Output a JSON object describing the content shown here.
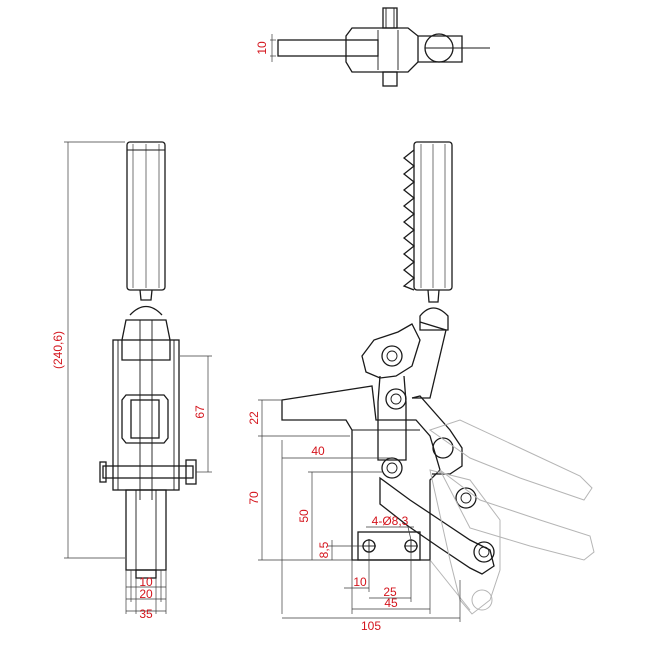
{
  "colors": {
    "line": "#1a1a1a",
    "ghost": "#b5b5b5",
    "dimension_text": "#d4141c"
  },
  "dimensions": {
    "top_handle_width": "10",
    "overall_height": "(240,6)",
    "body_height": "67",
    "front_10": "10",
    "front_20": "20",
    "front_35": "35",
    "side_22": "22",
    "side_40": "40",
    "side_70": "70",
    "side_50": "50",
    "side_8_5": "8,5",
    "holes": "4-Ø8,3",
    "side_10": "10",
    "side_25": "25",
    "side_45": "45",
    "side_105": "105"
  }
}
